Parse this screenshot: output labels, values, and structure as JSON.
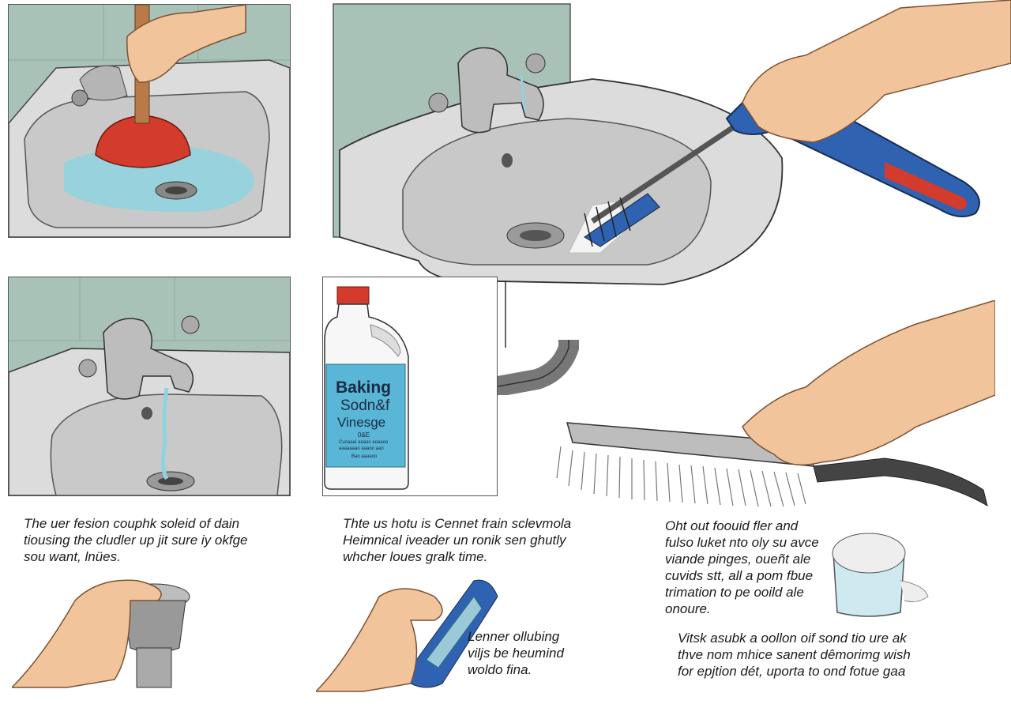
{
  "bottle": {
    "line1": "Baking",
    "line2": "Sodn&f",
    "line3": "Vinesge",
    "small1": "0&E",
    "small2": "Cuoaaai aaaoo aoaaoo",
    "small3": "aaaaaaao aaaoo aao",
    "small4": "Bao aaaaoo"
  },
  "captions": {
    "step1": [
      "The  uer  fesion couphk  soleid  of  dain",
      "tiousing the cludler up jit sure iy okfge",
      "sou want, lnües."
    ],
    "step2": [
      "Thte  us  hotu  is  Cennet  frain  sclevmola",
      "Heimnical  iveader  un  ronik  sen ghutly",
      "whcher loues gralk time."
    ],
    "step3": [
      "Oht  out  foouid  fler  and",
      "fulso luket nto oly su avce",
      "viande pinges,  oueñt ale",
      "cuvids stt, all a pom fbue",
      "trimation to pe ooild ale",
      "onoure."
    ],
    "step4": [
      "Lenner  ollubing",
      "viljs  be  heumind",
      "woldo fina."
    ],
    "step5": [
      "Vitsk asubk a oollon oif  sond  tio ure ak",
      "thve  nom  mhice  sanent  dêmorimg  wish",
      "for epjtion dét, uporta to ond  fotue gaa"
    ]
  },
  "colors": {
    "wall": "#a9c2b8",
    "sink": "#dcdcdc",
    "water": "#8fd3df",
    "plunger": "#d33b2c",
    "handle": "#2f62b0",
    "label": "#5ab6d6"
  }
}
